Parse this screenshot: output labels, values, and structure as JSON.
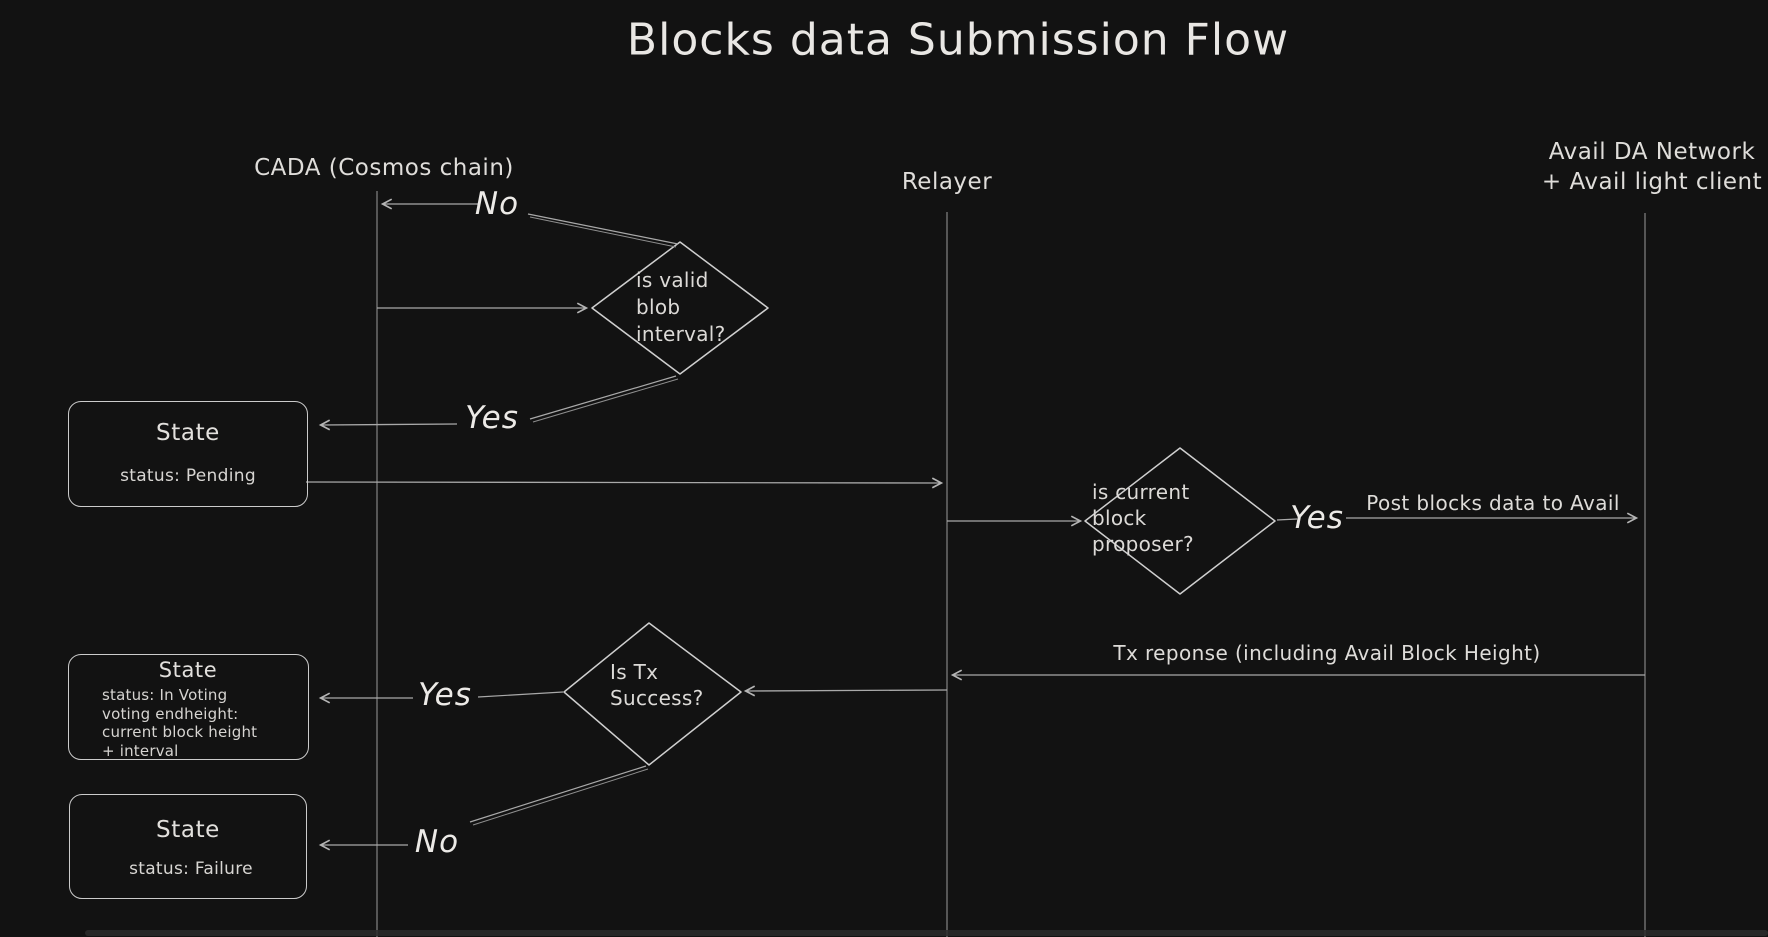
{
  "title": "Blocks data Submission Flow",
  "actors": {
    "cada": "CADA (Cosmos chain)",
    "relayer": "Relayer",
    "avail_line1": "Avail DA Network",
    "avail_line2": "+ Avail light client"
  },
  "decisions": {
    "blob_interval": {
      "line1": "is valid",
      "line2": "blob",
      "line3": "interval?"
    },
    "block_proposer": {
      "line1": "is current",
      "line2": "block",
      "line3": "proposer?"
    },
    "tx_success": {
      "line1": "Is Tx",
      "line2": "Success?"
    }
  },
  "states": {
    "pending": {
      "title": "State",
      "status": "status: Pending"
    },
    "in_voting": {
      "title": "State",
      "line1": "status: In Voting",
      "line2": "voting endheight:",
      "line3": "current block height",
      "line4": "+ interval"
    },
    "failure": {
      "title": "State",
      "status": "status: Failure"
    }
  },
  "edge_labels": {
    "blob_no": "No",
    "blob_yes": "Yes",
    "proposer_yes": "Yes",
    "post_blocks": "Post blocks data to Avail",
    "tx_response": "Tx reponse (including Avail Block Height)",
    "tx_yes": "Yes",
    "tx_no": "No"
  },
  "colors": {
    "background": "#121212",
    "shape_stroke": "#cfcfcf",
    "arrow_stroke": "#a9a9a9",
    "lifeline_stroke": "#9a9a9a",
    "text": "#e3e1de"
  }
}
